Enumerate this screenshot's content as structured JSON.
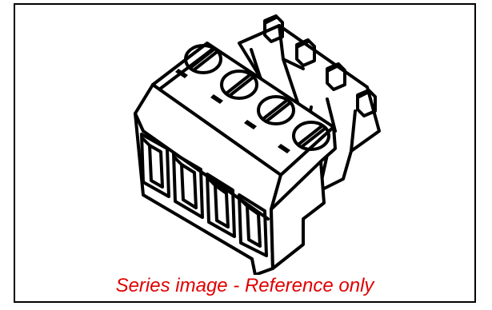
{
  "image": {
    "subject": "4-position pluggable terminal block connector",
    "caption": "Series image - Reference only",
    "caption_color": "#e00000",
    "line_color": "#000000",
    "background_color": "#ffffff",
    "screw_count": 4,
    "opening_count": 4,
    "pin_count": 4
  }
}
